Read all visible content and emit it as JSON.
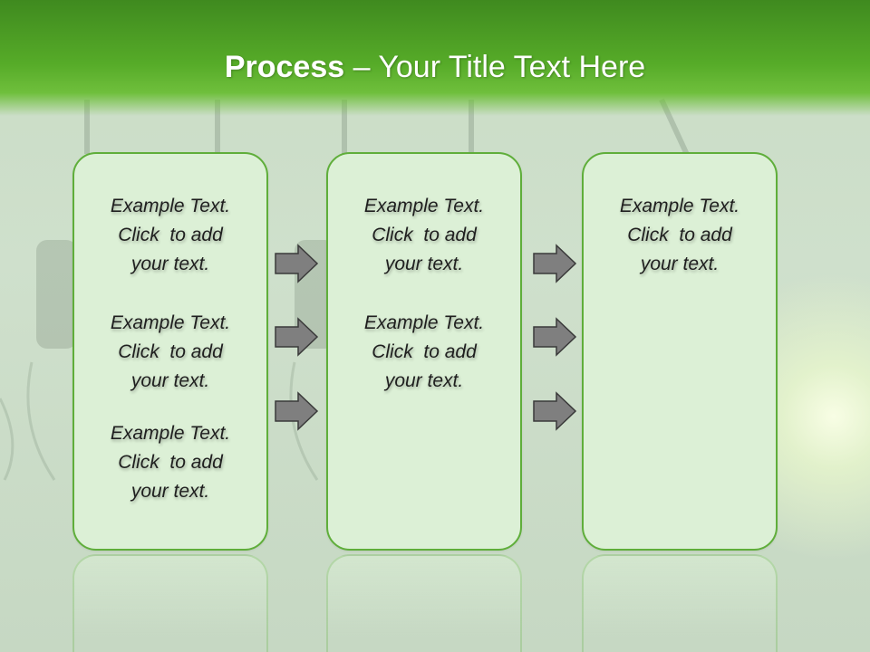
{
  "slide": {
    "title_bold": "Process",
    "title_rest": "  – Your Title Text Here"
  },
  "columns": [
    {
      "blocks": [
        {
          "line1": "Example Text.",
          "line2": "Click  to add",
          "line3": "your text."
        },
        {
          "line1": "Example Text.",
          "line2": "Click  to add",
          "line3": "your text."
        },
        {
          "line1": "Example Text.",
          "line2": "Click  to add",
          "line3": "your text."
        }
      ]
    },
    {
      "blocks": [
        {
          "line1": "Example Text.",
          "line2": "Click  to add",
          "line3": "your text."
        },
        {
          "line1": "Example Text.",
          "line2": "Click  to add",
          "line3": "your text."
        }
      ]
    },
    {
      "blocks": [
        {
          "line1": "Example Text.",
          "line2": "Click  to add",
          "line3": "your text."
        }
      ]
    }
  ],
  "colors": {
    "header_green": "#56ab28",
    "box_fill": "#dcf0d6",
    "box_border": "#5fae3a",
    "arrow_fill": "#7f7f7f"
  },
  "icons": [
    "arrow-right-icon"
  ]
}
